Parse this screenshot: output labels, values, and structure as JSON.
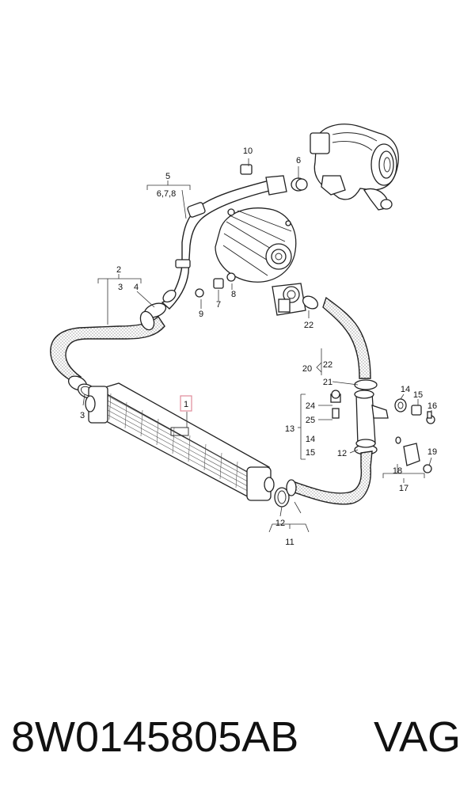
{
  "diagram": {
    "callouts": {
      "c1": "1",
      "c2": "2",
      "c3a": "3",
      "c3b": "3",
      "c4": "4",
      "c5": "5",
      "c5sub": "6,7,8",
      "c6": "6",
      "c7": "7",
      "c8": "8",
      "c9": "9",
      "c10": "10",
      "c11": "11",
      "c12a": "12",
      "c12b": "12",
      "c13": "13",
      "c14a": "14",
      "c14b": "14",
      "c15a": "15",
      "c15b": "15",
      "c16": "16",
      "c17": "17",
      "c18": "18",
      "c19": "19",
      "c20": "20",
      "c21": "21",
      "c22a": "22",
      "c22b": "22",
      "c24": "24",
      "c25": "25"
    },
    "highlight_color": "#e08a9a"
  },
  "footer": {
    "part_number": "8W0145805AB",
    "brand": "VAG"
  }
}
